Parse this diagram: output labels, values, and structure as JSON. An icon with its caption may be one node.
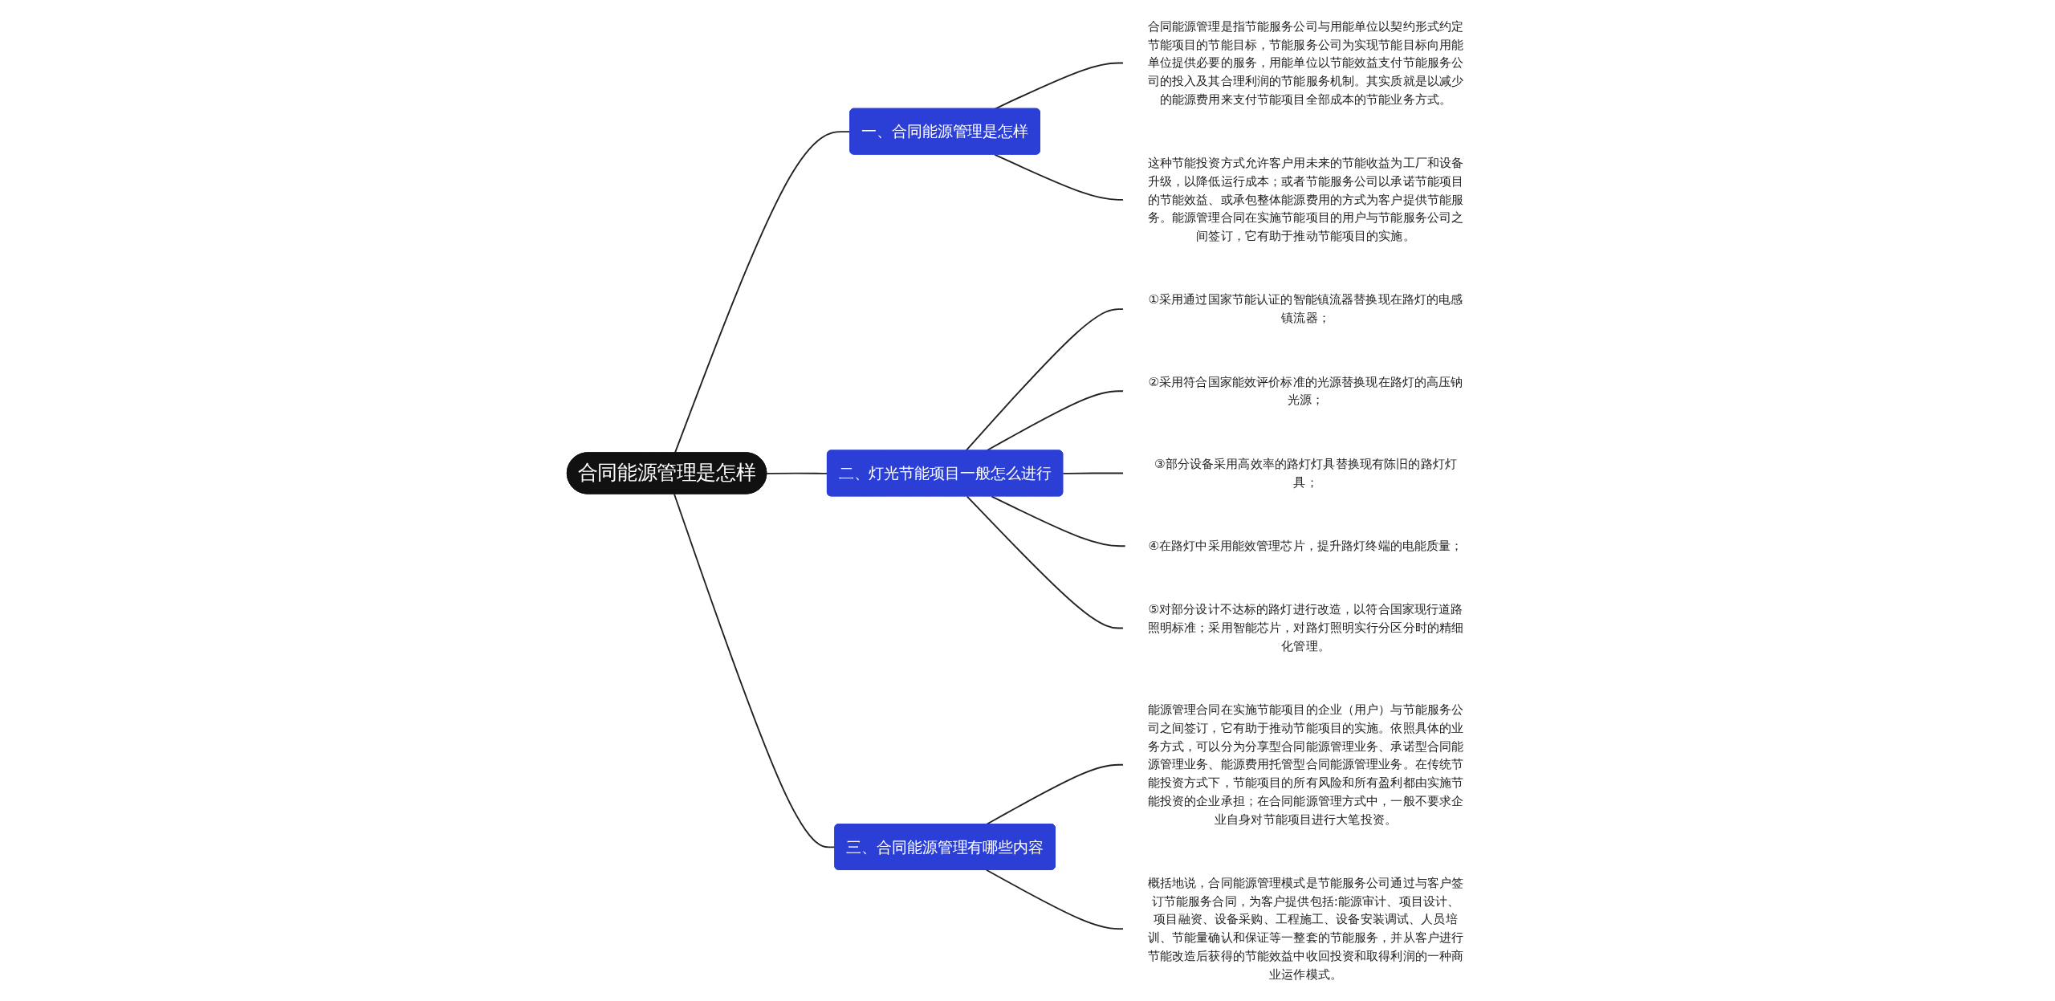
{
  "diagram": {
    "nodes": [
      {
        "text": [
          "合同能源管理是怎样"
        ]
      },
      {
        "text": [
          "一、合同能源管理是怎样"
        ]
      },
      {
        "text": [
          "合同能源管理是指节能服务公司与用能单位以契约形式约定节能项目的节能目标，节能服务公司为实现节能目标向用能单位提供必要的服务，用能单位以节能效益支付节能服务公司的投入及其合理利润的节能服务机制。其实质就是以减少的能源费用来支付节能项目全部成本的节能业务方式。"
        ]
      },
      {
        "text": [
          "这种节能投资方式允许客户用未来的节能收益为工厂和设备升级，以降低运行成本；或者节能服务公司以承诺节能项目的节能效益、或承包整体能源费用的方式为客户提供节能服务。能源管理合同在实施节能项目的用户与节能服务公司之间签订，它有助于推动节能项目的实施。"
        ]
      },
      {
        "text": [
          "二、灯光节能项目一般怎么进行"
        ]
      },
      {
        "text": [
          "①采用通过国家节能认证的智能镇流器替换现在路灯的电感镇流器；"
        ]
      },
      {
        "text": [
          "②采用符合国家能效评价标准的光源替换现在路灯的高压钠光源；"
        ]
      },
      {
        "text": [
          "③部分设备采用高效率的路灯灯具替换现有陈旧的路灯灯具；"
        ]
      },
      {
        "text": [
          "④在路灯中采用能效管理芯片，提升路灯终端的电能质量；"
        ]
      },
      {
        "text": [
          "⑤对部分设计不达标的路灯进行改造，以符合国家现行道路照明标准；采用智能芯片，对路灯照明实行分区分时的精细化管理。"
        ]
      },
      {
        "text": [
          "三、合同能源管理有哪些内容"
        ]
      },
      {
        "text": [
          "能源管理合同在实施节能项目的企业（用户）与节能服务公司之间签订，它有助于推动节能项目的实施。依照具体的业务方式，可以分为分享型合同能源管理业务、承诺型合同能源管理业务、能源费用托管型合同能源管理业务。在传统节能投资方式下，节能项目的所有风险和所有盈利都由实施节能投资的企业承担；在合同能源管理方式中，一般不要求企业自身对节能项目进行大笔投资。"
        ]
      },
      {
        "text": [
          "概括地说，合同能源管理模式是节能服务公司通过与客户签订节能服务合同，为客户提供包括:能源审计、项目设计、项目融资、设备采购、工程施工、设备安装调试、人员培训、节能量确认和保证等一整套的节能服务，并从客户进行节能改造后获得的节能效益中收回投资和取得利润的一种商业运作模式。"
        ]
      }
    ],
    "edges": [
      {
        "from": 0,
        "to": 1,
        "arrow": "none"
      },
      {
        "from": 1,
        "to": 2,
        "arrow": "none"
      },
      {
        "from": 1,
        "to": 3,
        "arrow": "none"
      },
      {
        "from": 0,
        "to": 4,
        "arrow": "none"
      },
      {
        "from": 4,
        "to": 5,
        "arrow": "none"
      },
      {
        "from": 4,
        "to": 6,
        "arrow": "none"
      },
      {
        "from": 4,
        "to": 7,
        "arrow": "none"
      },
      {
        "from": 4,
        "to": 8,
        "arrow": "none"
      },
      {
        "from": 4,
        "to": 9,
        "arrow": "none"
      },
      {
        "from": 0,
        "to": 10,
        "arrow": "none"
      },
      {
        "from": 10,
        "to": 11,
        "arrow": "none"
      },
      {
        "from": 10,
        "to": 12,
        "arrow": "none"
      }
    ]
  }
}
